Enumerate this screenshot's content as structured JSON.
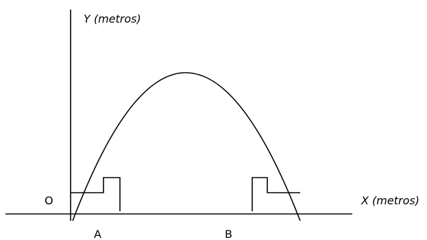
{
  "labels": {
    "y_axis": "Y (metros)",
    "x_axis": "X (metros)",
    "origin": "O",
    "point_a": "A",
    "point_b": "B"
  },
  "colors": {
    "stroke": "#000000",
    "background": "#ffffff"
  }
}
